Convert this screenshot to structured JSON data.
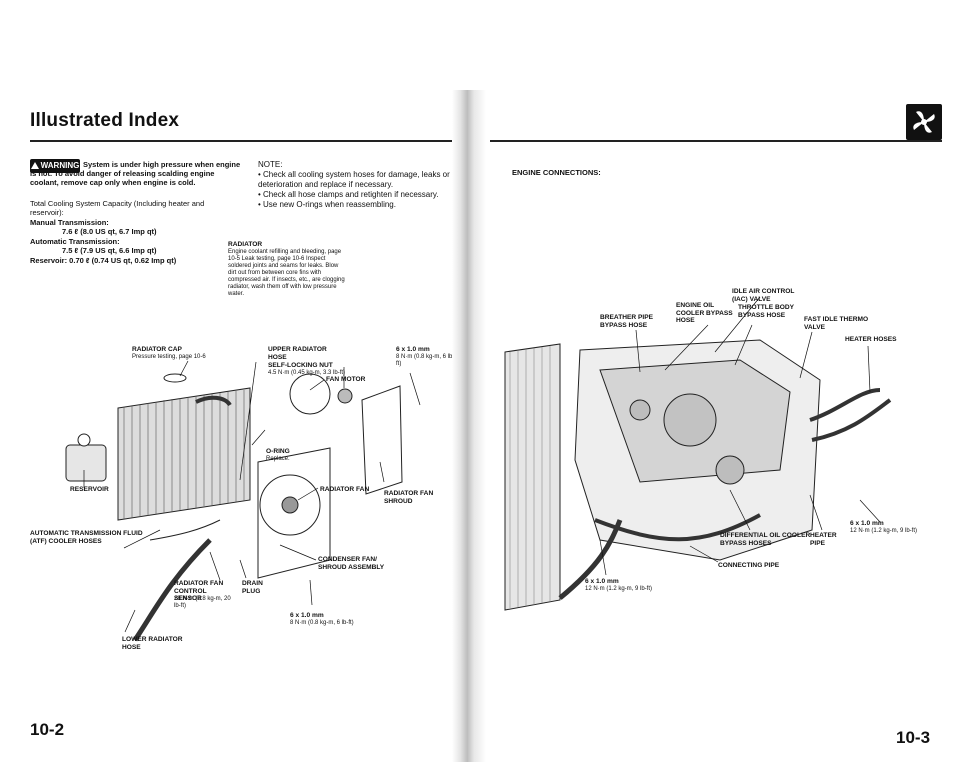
{
  "header": {
    "title": "Illustrated Index",
    "warning_badge": "WARNING",
    "warning_text": "System is under high pressure when engine is hot. To avoid danger of releasing scalding engine coolant, remove cap only when engine is cold."
  },
  "capacity": {
    "intro": "Total Cooling System Capacity (Including heater and reservoir):",
    "manual_label": "Manual Transmission:",
    "manual_value": "7.6 ℓ (8.0 US qt, 6.7 Imp qt)",
    "auto_label": "Automatic Transmission:",
    "auto_value": "7.5 ℓ (7.9 US qt, 6.6 Imp qt)",
    "reservoir": "Reservoir: 0.70 ℓ (0.74 US qt, 0.62 Imp qt)"
  },
  "note": {
    "heading": "NOTE:",
    "items": [
      "Check all cooling system hoses for damage, leaks or deterioration and replace if necessary.",
      "Check all hose clamps and retighten if necessary.",
      "Use new O-rings when reassembling."
    ]
  },
  "radiator_note": {
    "heading": "RADIATOR",
    "body": "Engine coolant refilling and bleeding, page 10-5 Leak testing, page 10-6 Inspect soldered joints and seams for leaks. Blow dirt out from between core fins with compressed air. If insects, etc., are clogging radiator, wash them off with low pressure water."
  },
  "left_labels": {
    "upper_hose": "UPPER RADIATOR HOSE",
    "cap": "RADIATOR CAP",
    "cap_sub": "Pressure testing, page 10-6",
    "self_locking": "SELF-LOCKING NUT",
    "self_locking_spec": "4.5 N·m (0.45 kg-m, 3.3 lb-ft)",
    "bolt_top": "6 x 1.0 mm",
    "bolt_top_spec": "8 N·m (0.8 kg-m, 6 lb-ft)",
    "fan_motor": "FAN MOTOR",
    "oring": "O-RING",
    "oring_sub": "Replace.",
    "reservoir": "RESERVOIR",
    "radiator_fan": "RADIATOR FAN",
    "fan_shroud": "RADIATOR FAN SHROUD",
    "atf_hoses": "AUTOMATIC TRANSMISSION FLUID (ATF) COOLER HOSES",
    "condenser": "CONDENSER FAN/ SHROUD ASSEMBLY",
    "sensor": "RADIATOR FAN CONTROL SENSOR",
    "sensor_spec": "28 N·m (2.8 kg-m, 20 lb-ft)",
    "drain": "DRAIN PLUG",
    "bolt_bot": "6 x 1.0 mm",
    "bolt_bot_spec": "8 N·m (0.8 kg-m, 6 lb-ft)",
    "lower_hose": "LOWER RADIATOR HOSE"
  },
  "right_labels": {
    "section": "ENGINE CONNECTIONS:",
    "iac": "IDLE AIR CONTROL (IAC) VALVE",
    "oil_cooler": "ENGINE OIL COOLER BYPASS HOSE",
    "throttle": "THROTTLE BODY BYPASS HOSE",
    "breather": "BREATHER PIPE BYPASS HOSE",
    "fast_idle": "FAST IDLE THERMO VALVE",
    "heater_hoses": "HEATER HOSES",
    "diff_oil": "DIFFERENTIAL OIL COOLER BYPASS HOSES",
    "heater_pipe": "HEATER PIPE",
    "bolt_r": "6 x 1.0 mm",
    "bolt_r_spec": "12 N·m (1.2 kg-m, 9 lb-ft)",
    "connecting": "CONNECTING PIPE",
    "bolt_b": "6 x 1.0 mm",
    "bolt_b_spec": "12 N·m (1.2 kg-m, 9 lb-ft)"
  },
  "footer": {
    "left_page": "10-2",
    "right_page": "10-3"
  },
  "icons": {
    "section_icon": "cooling-fan-icon",
    "warning_icon": "warning-triangle-icon"
  }
}
